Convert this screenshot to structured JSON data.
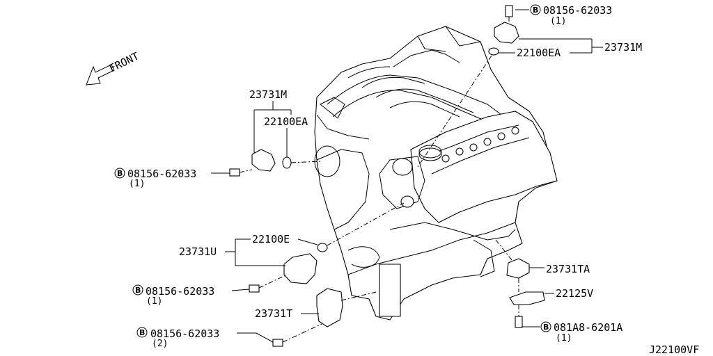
{
  "diagram": {
    "front_label": "FRONT",
    "drawing_code": "J22100VF",
    "callouts": [
      {
        "id": "bolt-top",
        "text": "08156-62033",
        "qty": "(1)",
        "circled": "B"
      },
      {
        "id": "sensor-top",
        "text": "23731M"
      },
      {
        "id": "oring-top",
        "text": "22100EA"
      },
      {
        "id": "sensor-left",
        "text": "23731M"
      },
      {
        "id": "oring-left",
        "text": "22100EA"
      },
      {
        "id": "bolt-left",
        "text": "08156-62033",
        "qty": "(1)",
        "circled": "B"
      },
      {
        "id": "sensor-u",
        "text": "23731U"
      },
      {
        "id": "oring-u",
        "text": "22100E"
      },
      {
        "id": "bolt-u",
        "text": "08156-62033",
        "qty": "(1)",
        "circled": "B"
      },
      {
        "id": "sensor-t",
        "text": "23731T"
      },
      {
        "id": "bolt-t",
        "text": "08156-62033",
        "qty": "(2)",
        "circled": "B"
      },
      {
        "id": "sensor-ta",
        "text": "23731TA"
      },
      {
        "id": "bracket-v",
        "text": "22125V"
      },
      {
        "id": "bolt-a",
        "text": "081A8-6201A",
        "qty": "(1)",
        "circled": "B"
      }
    ]
  }
}
